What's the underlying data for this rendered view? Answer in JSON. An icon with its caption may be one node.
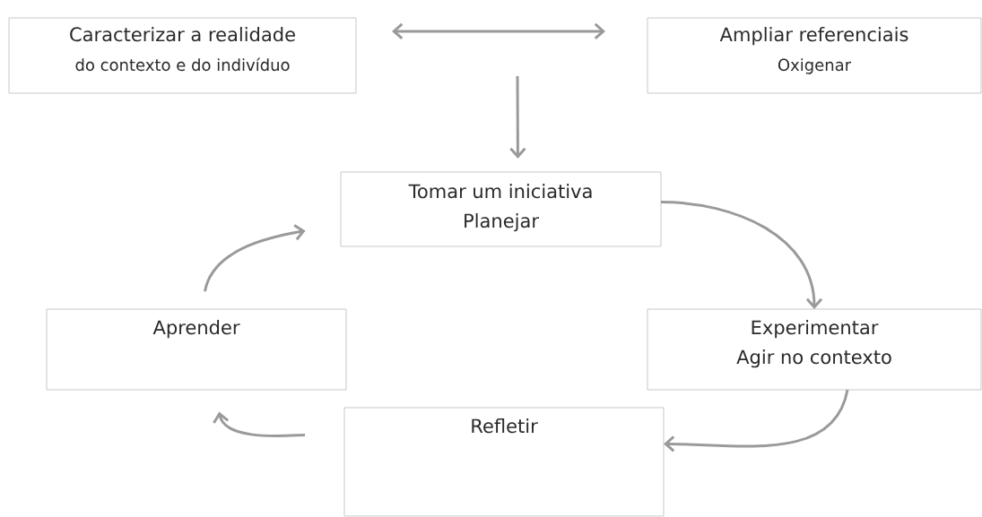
{
  "diagram": {
    "nodes": [
      {
        "text": [
          "Caracterizar a realidade",
          "do contexto e do indivíduo"
        ]
      },
      {
        "text": [
          "Ampliar referenciais",
          "Oxigenar"
        ]
      },
      {
        "text": [
          "Tomar um iniciativa",
          "Planejar"
        ]
      },
      {
        "text": [
          "Aprender"
        ]
      },
      {
        "text": [
          "Experimentar",
          "Agir no contexto"
        ]
      },
      {
        "text": [
          "Refletir"
        ]
      }
    ],
    "edges": [
      {
        "from": 0,
        "to": 1,
        "arrow": "both"
      },
      {
        "from": null,
        "to": 2,
        "arrow": "to"
      },
      {
        "from": 2,
        "to": 4,
        "arrow": "to"
      },
      {
        "from": 4,
        "to": 5,
        "arrow": "to"
      },
      {
        "from": 5,
        "to": 3,
        "arrow": "to"
      },
      {
        "from": 3,
        "to": 2,
        "arrow": "to"
      }
    ]
  }
}
